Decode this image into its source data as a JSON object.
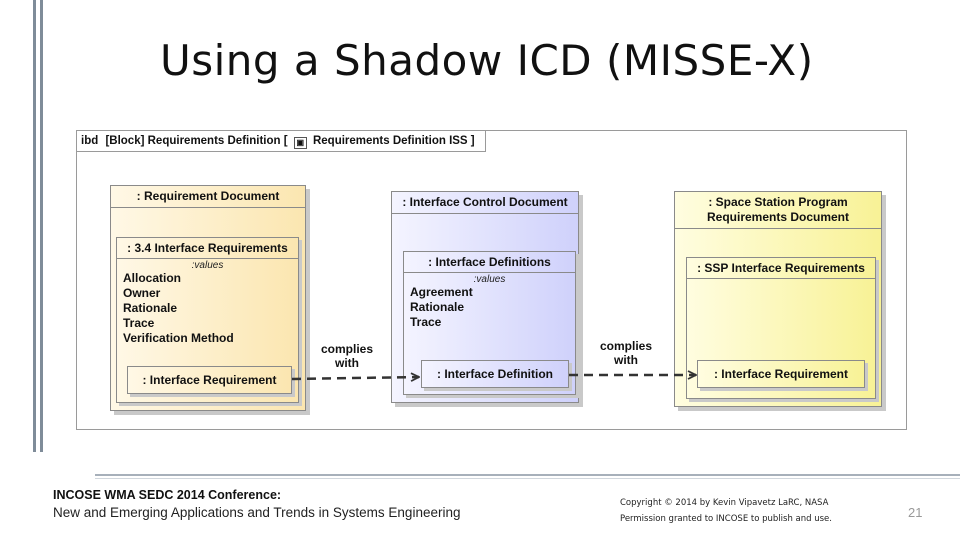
{
  "slide": {
    "title": "Using a Shadow ICD (MISSE-X)",
    "page_number": "21"
  },
  "diagram": {
    "frame_label": {
      "kind": "ibd",
      "block": "[Block] Requirements Definition [",
      "block_icon": "block-icon",
      "diagram_name": "Requirements Definition ISS ]"
    },
    "left": {
      "title": ": Requirement Document",
      "part_title": ": 3.4 Interface Requirements",
      "compartment": ":values",
      "values": [
        "Allocation",
        "Owner",
        "Rationale",
        "Trace",
        "Verification Method"
      ],
      "property": ": Interface Requirement"
    },
    "center": {
      "title": ": Interface Control Document",
      "part_title": ": Interface Definitions",
      "compartment": ":values",
      "values": [
        "Agreement",
        "Rationale",
        "Trace"
      ],
      "property": ": Interface Definition"
    },
    "right": {
      "title_line1": ": Space Station Program",
      "title_line2": "Requirements Document",
      "part_title": ": SSP Interface Requirements",
      "property": ": Interface Requirement"
    },
    "connector1": {
      "line1": "complies",
      "line2": "with"
    },
    "connector2": {
      "line1": "complies",
      "line2": "with"
    },
    "colors": {
      "left_fill": "#fbe6b0",
      "center_fill": "#cfd1fb",
      "right_fill": "#f8f296",
      "accent_bar": "#7f8c99"
    }
  },
  "footer": {
    "conference": "INCOSE WMA SEDC 2014 Conference:",
    "subtitle": "New and Emerging Applications and Trends in Systems Engineering",
    "copyright_line1": "Copyright © 2014 by  Kevin Vipavetz  LaRC, NASA",
    "copyright_line2": "Permission granted to INCOSE to publish and use."
  }
}
